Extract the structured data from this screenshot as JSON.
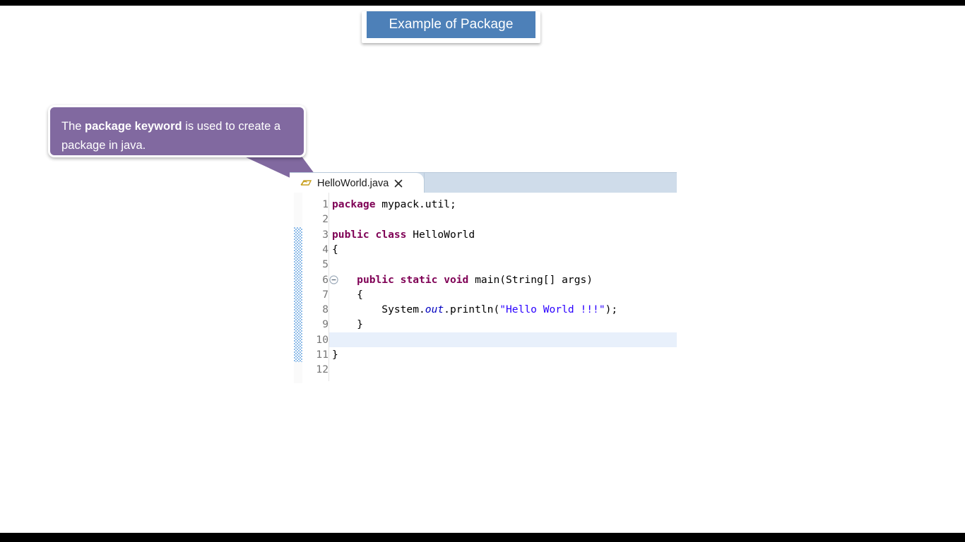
{
  "slide": {
    "title_banner": {
      "text": "Example of Package",
      "bg_color": "#4d80b8",
      "text_color": "#ffffff"
    },
    "callout": {
      "text_prefix": "The ",
      "text_bold": "package keyword",
      "text_suffix": " is used to create a package in java.",
      "bg_color": "#8169a0",
      "border_color": "#ffffff"
    }
  },
  "editor": {
    "tab": {
      "label": "HelloWorld.java",
      "file_icon": "java-file-icon",
      "close_icon": "close-icon",
      "active": true
    },
    "tabbar_bg": "#cfdcea",
    "gutter": {
      "line_numbers": [
        "1",
        "2",
        "3",
        "4",
        "5",
        "6",
        "7",
        "8",
        "9",
        "10",
        "11",
        "12"
      ],
      "fold_marker_line": 6,
      "fold_marker_state": "collapse-minus",
      "change_bar_lines": [
        3,
        11
      ],
      "change_bar_color": "#8fbce8"
    },
    "current_line": 10,
    "current_line_highlight": "#e8f0fb",
    "syntax_colors": {
      "keyword": "#7f0055",
      "string": "#2a00ff",
      "static_field": "#0000c0",
      "plain": "#000000",
      "line_number": "#767676"
    },
    "code_lines": [
      {
        "n": "1",
        "tokens": [
          {
            "t": "package",
            "c": "kw"
          },
          {
            "t": " mypack.util;",
            "c": "plain"
          }
        ]
      },
      {
        "n": "2",
        "tokens": []
      },
      {
        "n": "3",
        "tokens": [
          {
            "t": "public",
            "c": "kw"
          },
          {
            "t": " ",
            "c": "plain"
          },
          {
            "t": "class",
            "c": "kw"
          },
          {
            "t": " HelloWorld",
            "c": "plain"
          }
        ]
      },
      {
        "n": "4",
        "tokens": [
          {
            "t": "{",
            "c": "plain"
          }
        ]
      },
      {
        "n": "5",
        "tokens": []
      },
      {
        "n": "6",
        "tokens": [
          {
            "t": "    ",
            "c": "plain"
          },
          {
            "t": "public",
            "c": "kw"
          },
          {
            "t": " ",
            "c": "plain"
          },
          {
            "t": "static",
            "c": "kw"
          },
          {
            "t": " ",
            "c": "plain"
          },
          {
            "t": "void",
            "c": "kw"
          },
          {
            "t": " main(String[] args)",
            "c": "plain"
          }
        ]
      },
      {
        "n": "7",
        "tokens": [
          {
            "t": "    {",
            "c": "plain"
          }
        ]
      },
      {
        "n": "8",
        "tokens": [
          {
            "t": "        System.",
            "c": "plain"
          },
          {
            "t": "out",
            "c": "fld"
          },
          {
            "t": ".println(",
            "c": "plain"
          },
          {
            "t": "\"Hello World !!!\"",
            "c": "str"
          },
          {
            "t": ");",
            "c": "plain"
          }
        ]
      },
      {
        "n": "9",
        "tokens": [
          {
            "t": "    }",
            "c": "plain"
          }
        ]
      },
      {
        "n": "10",
        "tokens": []
      },
      {
        "n": "11",
        "tokens": [
          {
            "t": "}",
            "c": "plain"
          }
        ]
      },
      {
        "n": "12",
        "tokens": []
      }
    ]
  }
}
